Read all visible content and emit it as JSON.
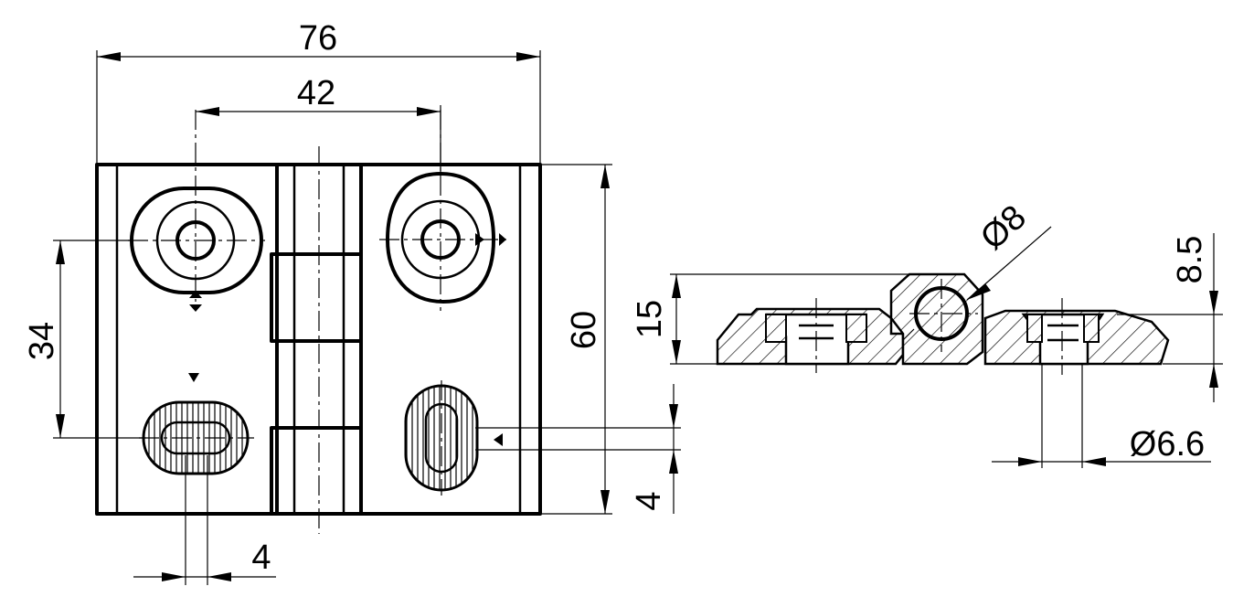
{
  "dimensions": {
    "overall_width": "76",
    "hole_spacing": "42",
    "vertical_spacing": "34",
    "overall_height": "60",
    "slot_width_bottom": "4",
    "slot_offset_right": "4",
    "thickness": "15",
    "pin_diameter": "Ø8",
    "leaf_offset": "8.5",
    "hole_diameter": "Ø6.6"
  }
}
